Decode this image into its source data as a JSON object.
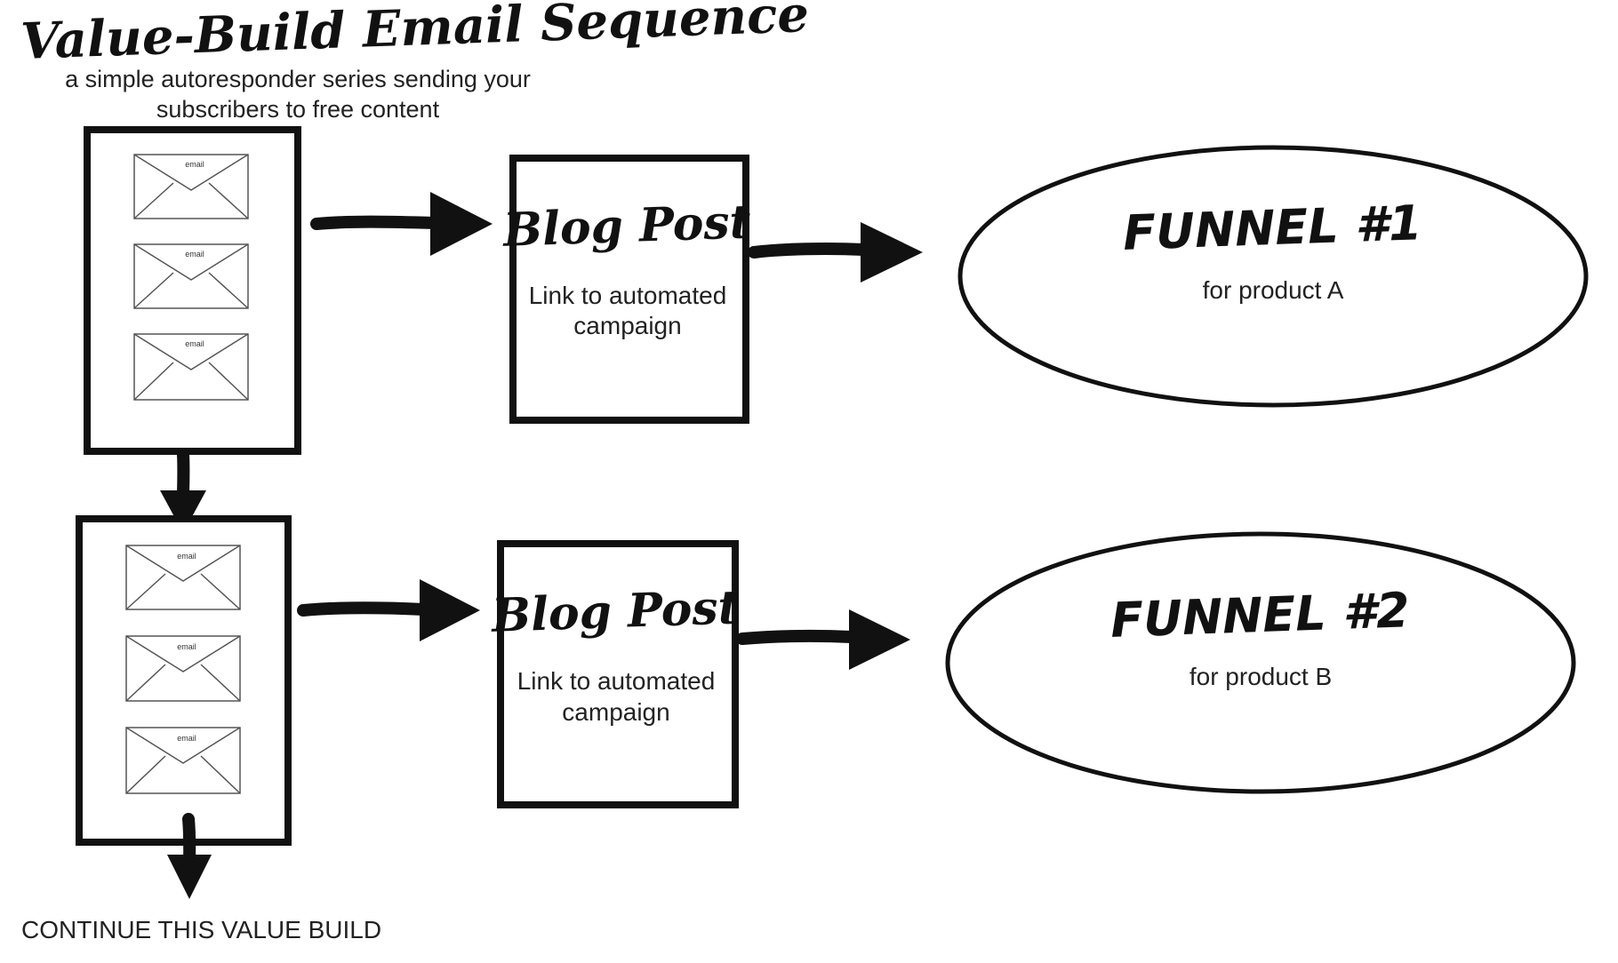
{
  "header": {
    "title": "Value-Build Email Sequence",
    "subtitle_line1": "a simple autoresponder series sending your",
    "subtitle_line2": "subscribers to free content"
  },
  "email_label": "email",
  "rows": [
    {
      "emails": [
        "email",
        "email",
        "email"
      ],
      "blog": {
        "title": "Blog Post",
        "line1": "Link to automated",
        "line2": "campaign"
      },
      "funnel": {
        "title": "FUNNEL #1",
        "subtitle": "for product A"
      }
    },
    {
      "emails": [
        "email",
        "email",
        "email"
      ],
      "blog": {
        "title": "Blog Post",
        "line1": "Link to automated",
        "line2": "campaign"
      },
      "funnel": {
        "title": "FUNNEL #2",
        "subtitle": "for product B"
      }
    }
  ],
  "footer": {
    "continue_label": "CONTINUE THIS VALUE BUILD"
  },
  "icons": {
    "email": "envelope-icon",
    "arrow": "arrow-right-icon",
    "arrow_down": "arrow-down-icon"
  },
  "colors": {
    "ink": "#111111",
    "background": "#ffffff"
  }
}
